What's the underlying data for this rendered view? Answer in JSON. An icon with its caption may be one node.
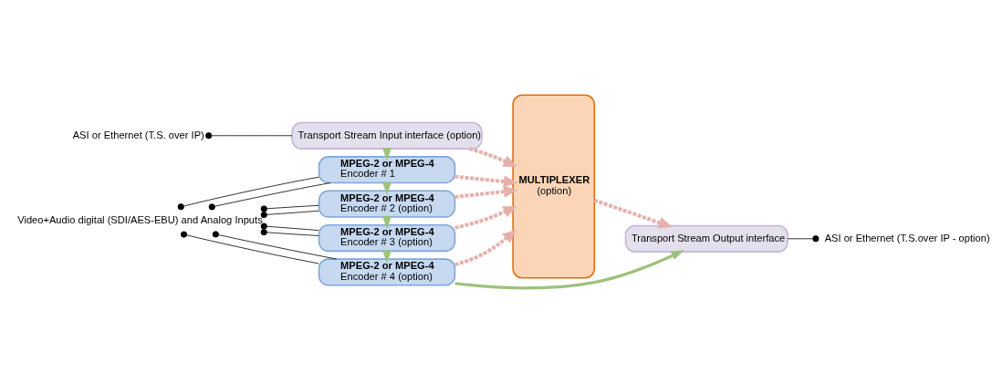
{
  "diagram": {
    "nodes": [
      {
        "text": [
          "ASI or Ethernet (T.S. over IP)"
        ]
      },
      {
        "text": [
          "Transport Stream Input interface (option)"
        ]
      },
      {
        "text": [
          "MPEG-2 or MPEG-4",
          "Encoder # 1"
        ]
      },
      {
        "text": [
          "MPEG-2 or MPEG-4",
          "Encoder # 2 (option)"
        ]
      },
      {
        "text": [
          "MPEG-2 or MPEG-4",
          "Encoder # 3 (option)"
        ]
      },
      {
        "text": [
          "MPEG-2 or MPEG-4",
          "Encoder # 4 (option)"
        ]
      },
      {
        "text": [
          "Video+Audio digital (SDI/AES-EBU) and Analog Inputs"
        ]
      },
      {
        "text": [
          "MULTIPLEXER",
          "(option)"
        ]
      },
      {
        "text": [
          "Transport Stream Output interface"
        ]
      },
      {
        "text": [
          "ASI or Ethernet (T.S.over IP - option)"
        ]
      }
    ],
    "edges": [
      {
        "from": 0,
        "to": 1,
        "arrow": "other"
      },
      {
        "from": 6,
        "to": 2,
        "arrow": "other"
      },
      {
        "from": 6,
        "to": 2,
        "arrow": "other"
      },
      {
        "from": 6,
        "to": 3,
        "arrow": "other"
      },
      {
        "from": 6,
        "to": 3,
        "arrow": "other"
      },
      {
        "from": 6,
        "to": 4,
        "arrow": "other"
      },
      {
        "from": 6,
        "to": 4,
        "arrow": "other"
      },
      {
        "from": 6,
        "to": 5,
        "arrow": "other"
      },
      {
        "from": 6,
        "to": 5,
        "arrow": "other"
      },
      {
        "from": 1,
        "to": 7,
        "arrow": "to",
        "style": "dashed",
        "color": "#e6b0aa"
      },
      {
        "from": 2,
        "to": 7,
        "arrow": "to",
        "style": "dashed",
        "color": "#e6b0aa"
      },
      {
        "from": 3,
        "to": 7,
        "arrow": "to",
        "style": "dashed",
        "color": "#e6b0aa"
      },
      {
        "from": 4,
        "to": 7,
        "arrow": "to",
        "style": "dashed",
        "color": "#e6b0aa"
      },
      {
        "from": 5,
        "to": 7,
        "arrow": "to",
        "style": "dashed",
        "color": "#e6b0aa"
      },
      {
        "from": 7,
        "to": 8,
        "arrow": "to",
        "style": "dashed",
        "color": "#e6b0aa"
      },
      {
        "from": 1,
        "to": 2,
        "arrow": "to",
        "style": "thick",
        "color": "#9dc27c"
      },
      {
        "from": 2,
        "to": 3,
        "arrow": "to",
        "style": "thick",
        "color": "#9dc27c"
      },
      {
        "from": 3,
        "to": 4,
        "arrow": "to",
        "style": "thick",
        "color": "#9dc27c"
      },
      {
        "from": 4,
        "to": 5,
        "arrow": "to",
        "style": "thick",
        "color": "#9dc27c"
      },
      {
        "from": 5,
        "to": 8,
        "arrow": "to",
        "style": "thick",
        "color": "#9dc27c"
      },
      {
        "from": 8,
        "to": 9,
        "arrow": "other"
      }
    ]
  }
}
